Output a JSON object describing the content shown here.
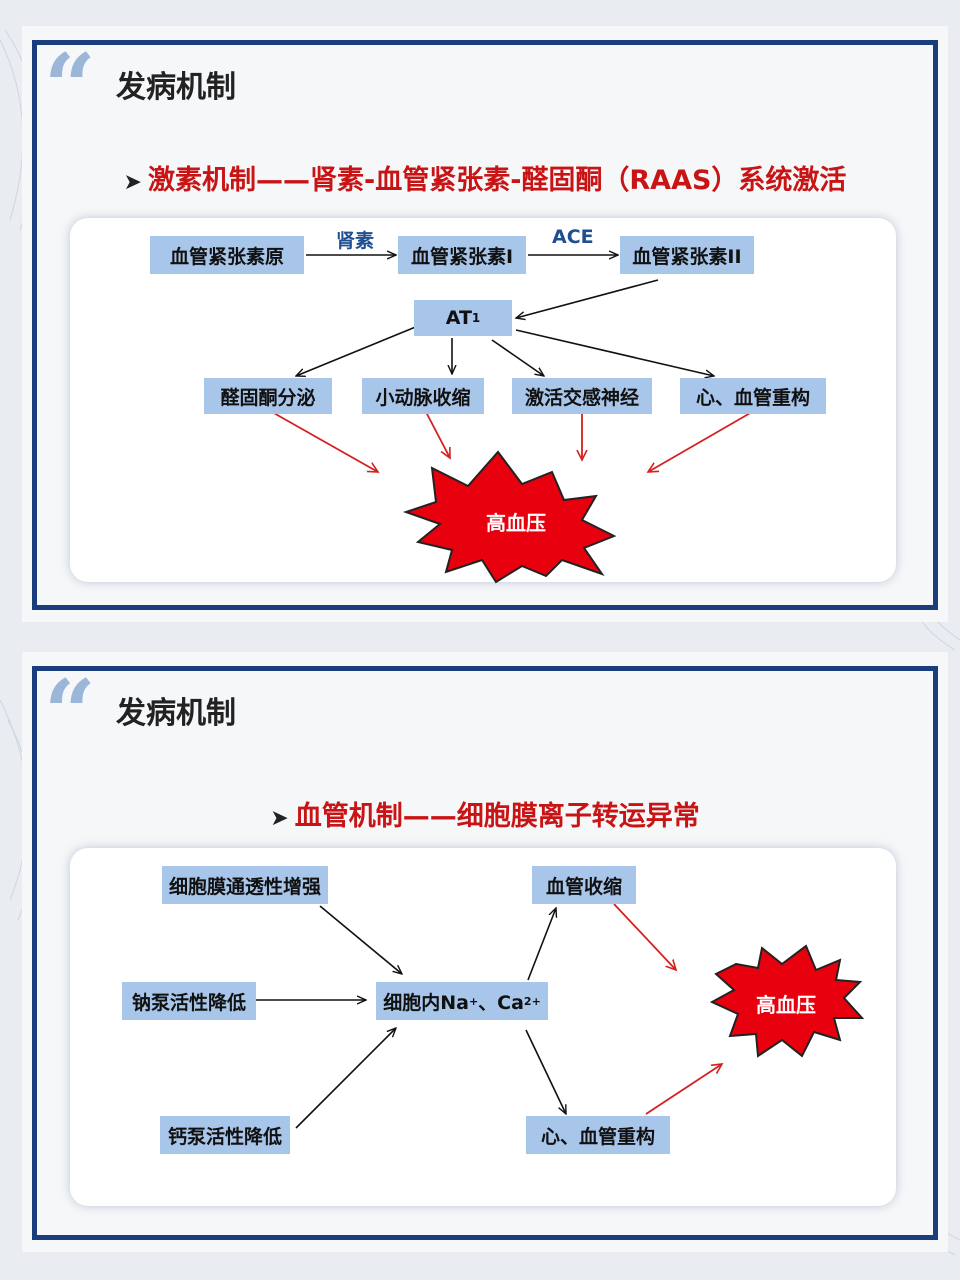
{
  "slides": [
    {
      "heading": "发病机制",
      "subheading": "激素机制——肾素-血管紧张素-醛固酮（RAAS）系统激活",
      "edge_labels": {
        "renin": "肾素",
        "ace": "ACE"
      },
      "nodes": {
        "angiotensinogen": "血管紧张素原",
        "angiotensin_1": "血管紧张素I",
        "angiotensin_2": "血管紧张素II",
        "at1": "AT",
        "at1_sub": "1",
        "aldosterone": "醛固酮分泌",
        "arteriole": "小动脉收缩",
        "sympathetic": "激活交感神经",
        "remodeling": "心、血管重构"
      },
      "burst": "高血压"
    },
    {
      "heading": "发病机制",
      "subheading": "血管机制——细胞膜离子转运异常",
      "nodes": {
        "permeability": "细胞膜通透性增强",
        "sodium_pump": "钠泵活性降低",
        "calcium_pump": "钙泵活性降低",
        "intracellular": "细胞内Na",
        "intracellular_sup1": "+",
        "intracellular_sep": "、Ca",
        "intracellular_sup2": "2+",
        "vasoconstriction": "血管收缩",
        "remodeling": "心、血管重构"
      },
      "burst": "高血压"
    }
  ],
  "colors": {
    "frame": "#1a3e7c",
    "node_fill": "#a8c5ea",
    "subheading": "#c81414",
    "burst": "#e8000e",
    "edge_label": "#1e4f90"
  }
}
